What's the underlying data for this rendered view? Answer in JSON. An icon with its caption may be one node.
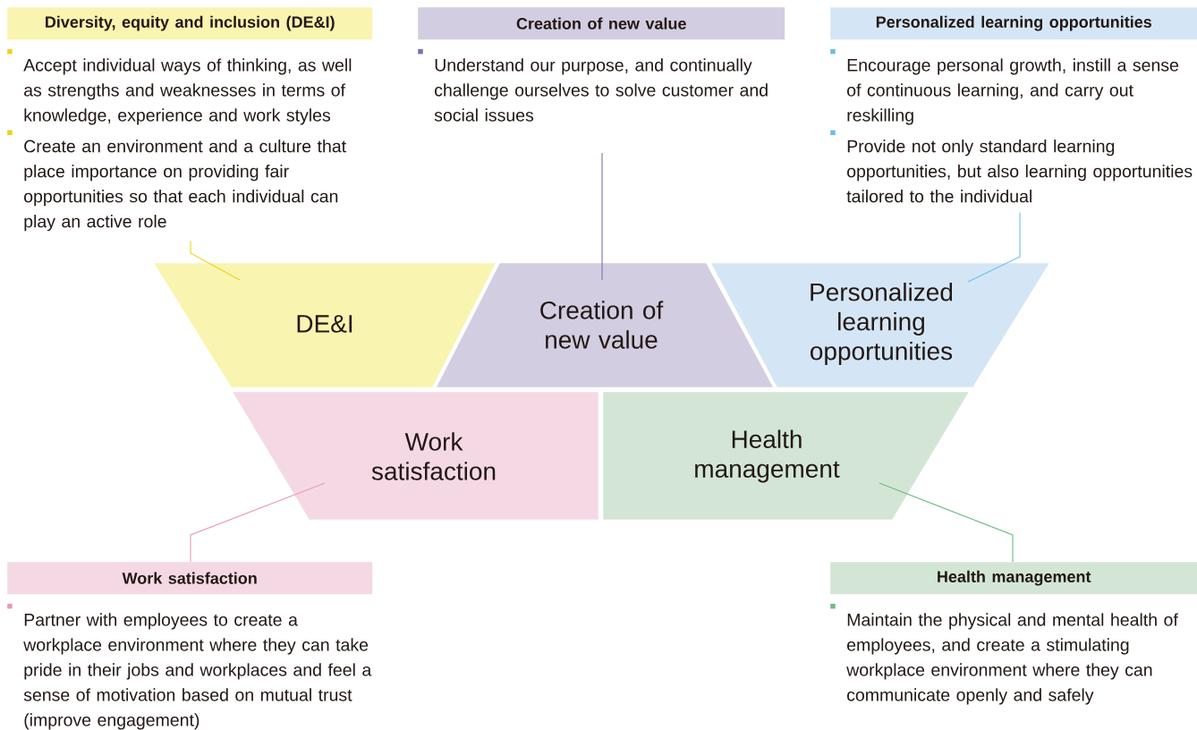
{
  "diagram": {
    "nodes": [
      {
        "text": [
          "Diversity, equity and inclusion (DE&I)",
          "Accept individual ways of thinking, as well as strengths and weaknesses in terms of knowledge, experience and work styles",
          "Create an environment and a culture that place importance on providing fair opportunities so that each individual can play an active role"
        ]
      },
      {
        "text": [
          "Creation of new value",
          "Understand our purpose, and continually challenge ourselves to solve customer and social issues"
        ]
      },
      {
        "text": [
          "Personalized learning opportunities",
          "Encourage personal growth, instill a sense of continuous learning, and carry out reskilling",
          "Provide not only standard learning opportunities, but also learning opportunities tailored to the individual"
        ]
      },
      {
        "text": [
          "DE&I"
        ]
      },
      {
        "text": [
          "Creation of new value"
        ]
      },
      {
        "text": [
          "Personalized learning opportunities"
        ]
      },
      {
        "text": [
          "Work satisfaction"
        ]
      },
      {
        "text": [
          "Health management"
        ]
      },
      {
        "text": [
          "Work satisfaction",
          "Partner with employees to create a workplace environment where they can take pride in their jobs and workplaces and feel a sense of motivation based on mutual trust (improve engagement)"
        ]
      },
      {
        "text": [
          "Health management",
          "Maintain the physical and mental health of employees, and create a stimulating workplace environment where they can communicate openly and safely"
        ]
      }
    ],
    "edges": [
      {
        "from": 0,
        "to": 3,
        "arrow": "none",
        "color": "#f2cf1c"
      },
      {
        "from": 1,
        "to": 4,
        "arrow": "none",
        "color": "#7f6fae"
      },
      {
        "from": 2,
        "to": 5,
        "arrow": "none",
        "color": "#6cbfe8"
      },
      {
        "from": 8,
        "to": 6,
        "arrow": "none",
        "color": "#e99ab8"
      },
      {
        "from": 9,
        "to": 7,
        "arrow": "none",
        "color": "#6dbb86"
      }
    ]
  }
}
